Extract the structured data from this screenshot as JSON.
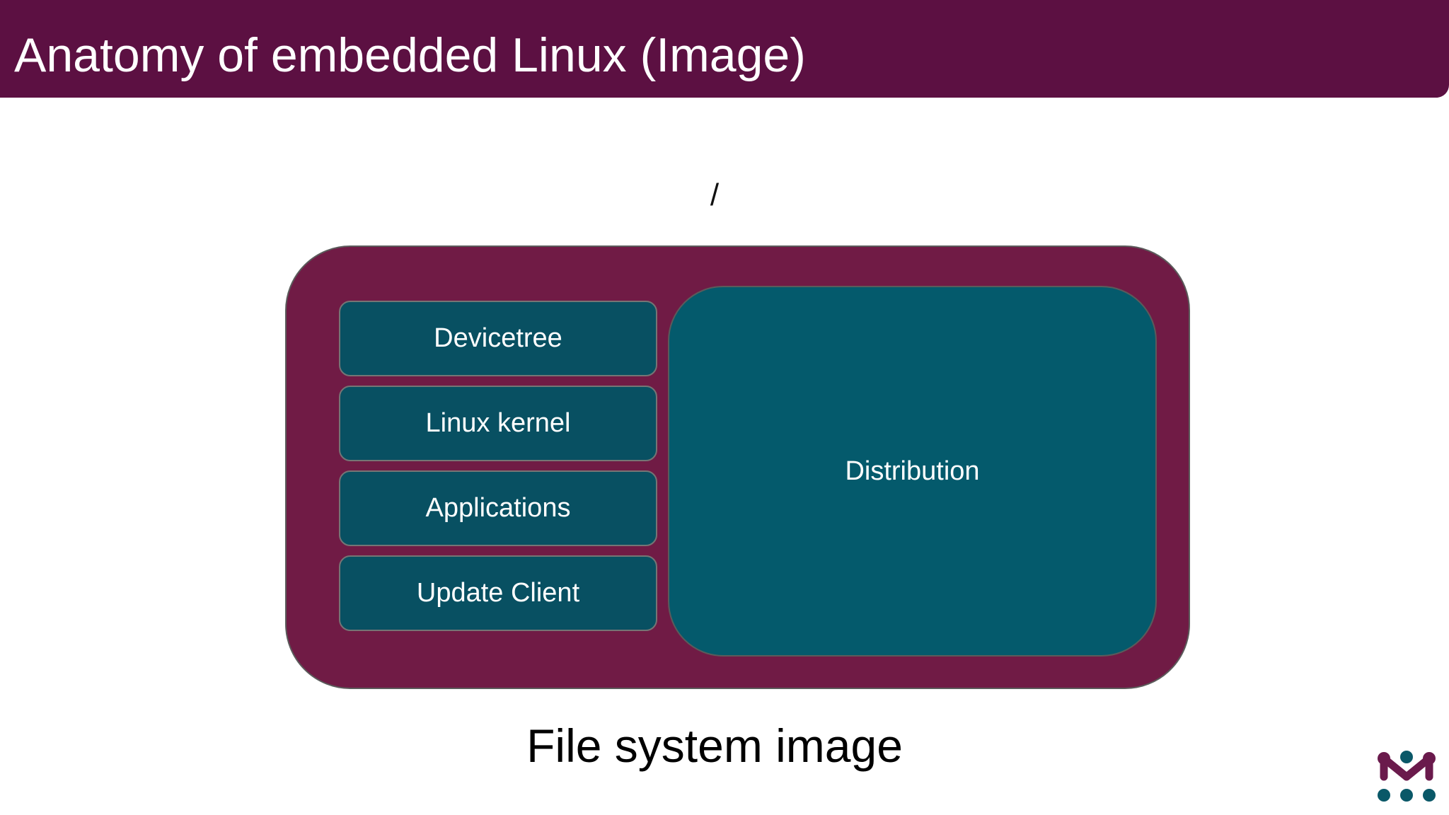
{
  "slide": {
    "title": "Anatomy of embedded Linux (Image)",
    "root_label": "/",
    "caption": "File system image"
  },
  "diagram": {
    "components": [
      {
        "label": "Devicetree"
      },
      {
        "label": "Linux kernel"
      },
      {
        "label": "Applications"
      },
      {
        "label": "Update Client"
      }
    ],
    "distribution": {
      "label": "Distribution"
    }
  },
  "colors": {
    "header_bg": "#5c1042",
    "outer_box": "#701b45",
    "component_box": "#085062",
    "distribution_box": "#045a6c",
    "logo_magenta": "#6a1a4c",
    "logo_teal": "#0a5868"
  },
  "icons": {
    "brand_logo": "brand-logo-icon"
  }
}
